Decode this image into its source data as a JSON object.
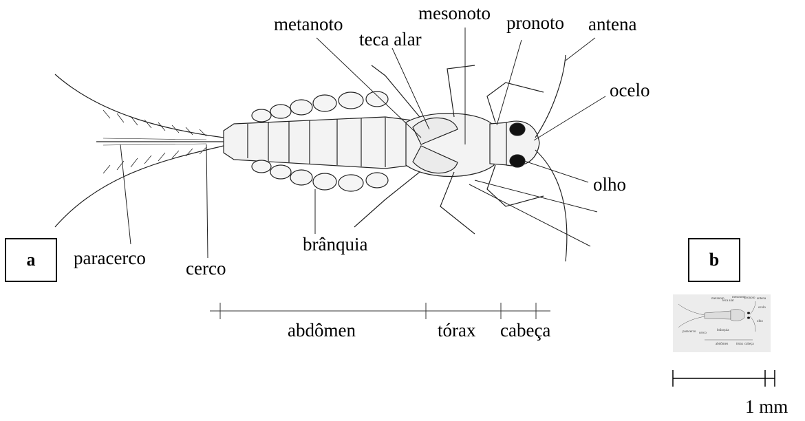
{
  "labels": {
    "metanoto": "metanoto",
    "mesonoto": "mesonoto",
    "pronoto": "pronoto",
    "antena": "antena",
    "teca_alar": "teca alar",
    "ocelo": "ocelo",
    "olho": "olho",
    "branquia": "brânquia",
    "paracerco": "paracerco",
    "cerco": "cerco"
  },
  "regions": {
    "abdomen": "abdômen",
    "torax": "tórax",
    "cabeca": "cabeça"
  },
  "panels": {
    "a": "a",
    "b": "b"
  },
  "scale_bar": {
    "label": "1 mm"
  }
}
